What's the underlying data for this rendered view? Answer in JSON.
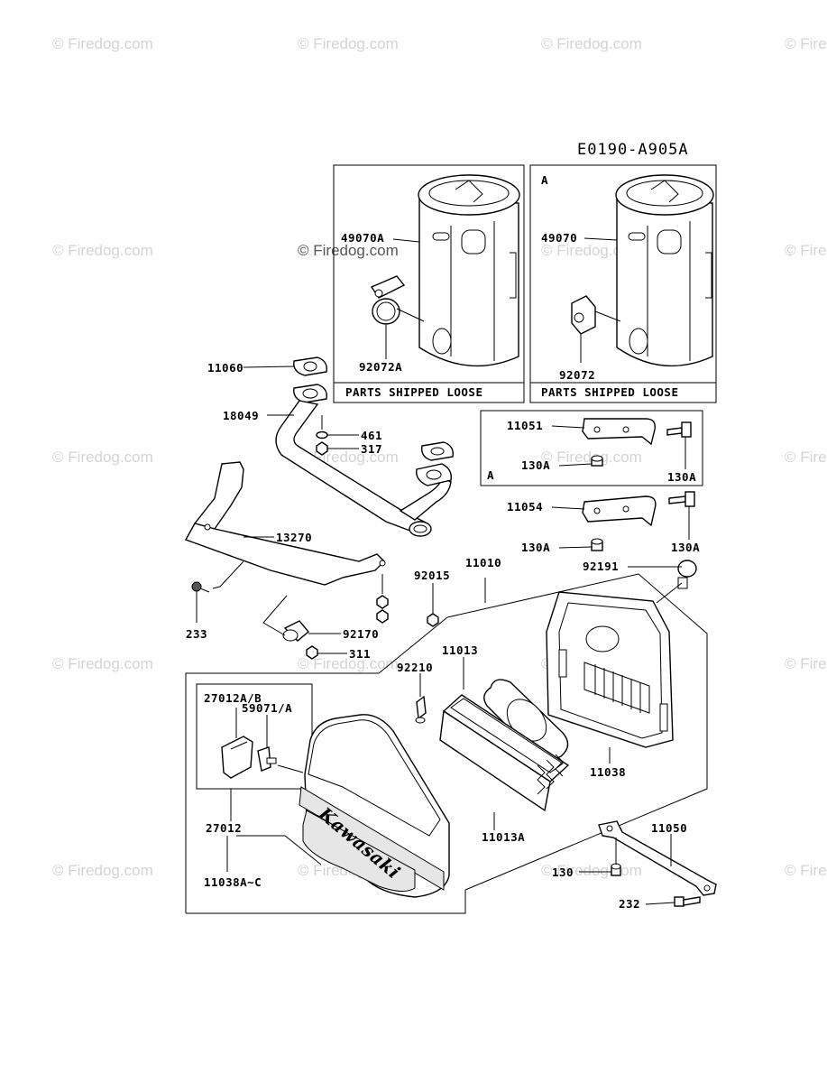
{
  "diagram_code": "E0190-A905A",
  "watermark": "© Firedog.com",
  "inset_a_marker": "A",
  "shipped_note": "PARTS SHIPPED LOOSE",
  "labels": {
    "p49070A": "49070A",
    "p92072A": "92072A",
    "p49070": "49070",
    "p92072": "92072",
    "p11060": "11060",
    "p18049": "18049",
    "p461": "461",
    "p317": "317",
    "p13270": "13270",
    "p233": "233",
    "p92170": "92170",
    "p311": "311",
    "p92015": "92015",
    "p11010": "11010",
    "p11051": "11051",
    "p130A_1": "130A",
    "p130A_2": "130A",
    "p130A_3": "130A",
    "p130A_4": "130A",
    "p11054": "11054",
    "p92191": "92191",
    "p11013": "11013",
    "p92210": "92210",
    "p11038": "11038",
    "p11013A": "11013A",
    "p27012AB": "27012A/B",
    "p59071A": "59071/A",
    "p27012": "27012",
    "p11038AC": "11038A~C",
    "p11050": "11050",
    "p130": "130",
    "p232": "232",
    "brand_on_cover": "Kawasaki"
  }
}
